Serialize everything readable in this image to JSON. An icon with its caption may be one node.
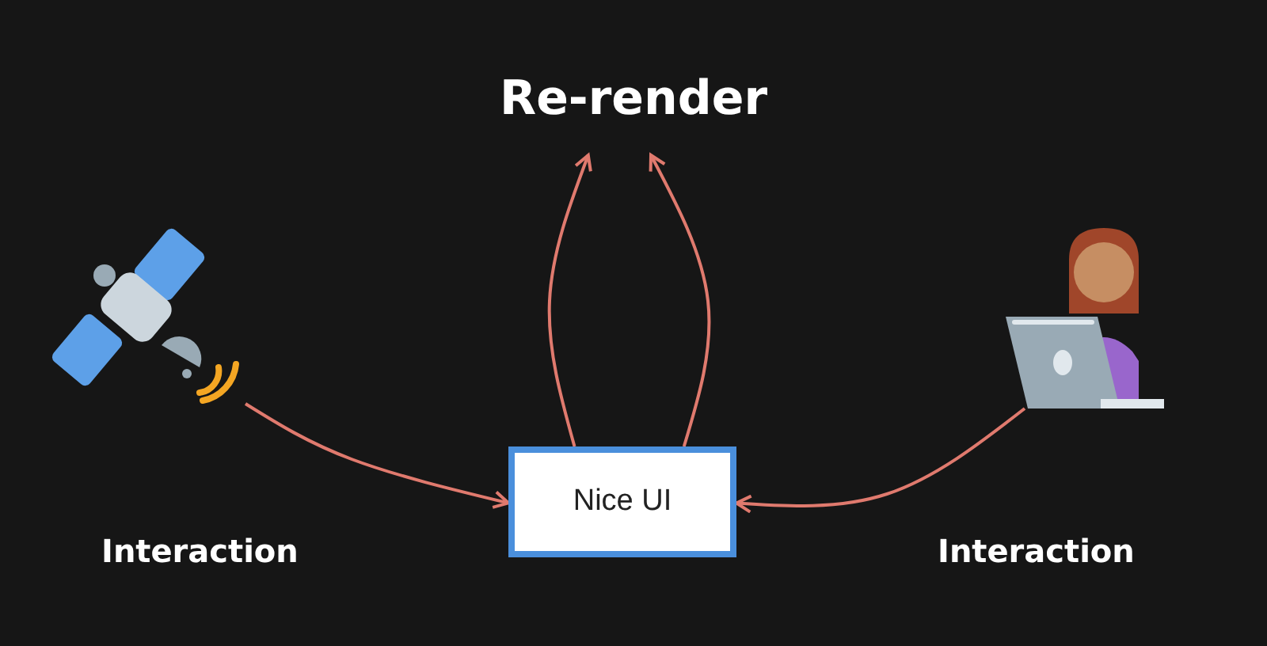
{
  "diagram": {
    "nodes": [
      {
        "text": [
          "Re-render"
        ]
      },
      {
        "text": [],
        "shape": "picture"
      },
      {
        "text": [],
        "shape": "picture"
      },
      {
        "text": [
          "Nice UI"
        ]
      }
    ],
    "edges": [
      {
        "from": 1,
        "to": 3,
        "arrow": "to"
      },
      {
        "from": 2,
        "to": 3,
        "arrow": "to"
      },
      {
        "from": 3,
        "to": 0,
        "arrow": "to"
      },
      {
        "from": 3,
        "to": 0,
        "arrow": "to"
      }
    ],
    "labels": [
      "Interaction",
      "Interaction"
    ]
  }
}
